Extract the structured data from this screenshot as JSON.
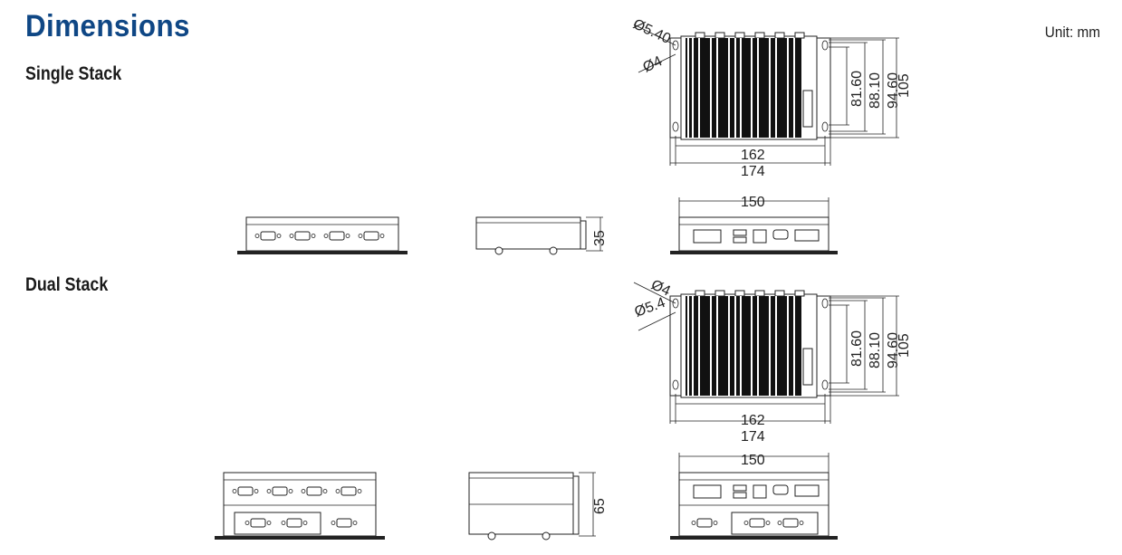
{
  "header": {
    "title": "Dimensions",
    "unit": "Unit: mm"
  },
  "sections": [
    {
      "label": "Single Stack",
      "top_view": {
        "hole_large": "Ø5.40",
        "hole_small": "Ø4",
        "inner_width": "162",
        "outer_width": "174",
        "heights": [
          "81.60",
          "88.10",
          "94.60",
          "105"
        ]
      },
      "front_width": "150",
      "side_height": "35"
    },
    {
      "label": "Dual Stack",
      "top_view": {
        "hole_large": "Ø5.4",
        "hole_small": "Ø4",
        "inner_width": "162",
        "outer_width": "174",
        "heights": [
          "81.60",
          "88.10",
          "94.60",
          "105"
        ]
      },
      "front_width": "150",
      "side_height": "65"
    }
  ]
}
